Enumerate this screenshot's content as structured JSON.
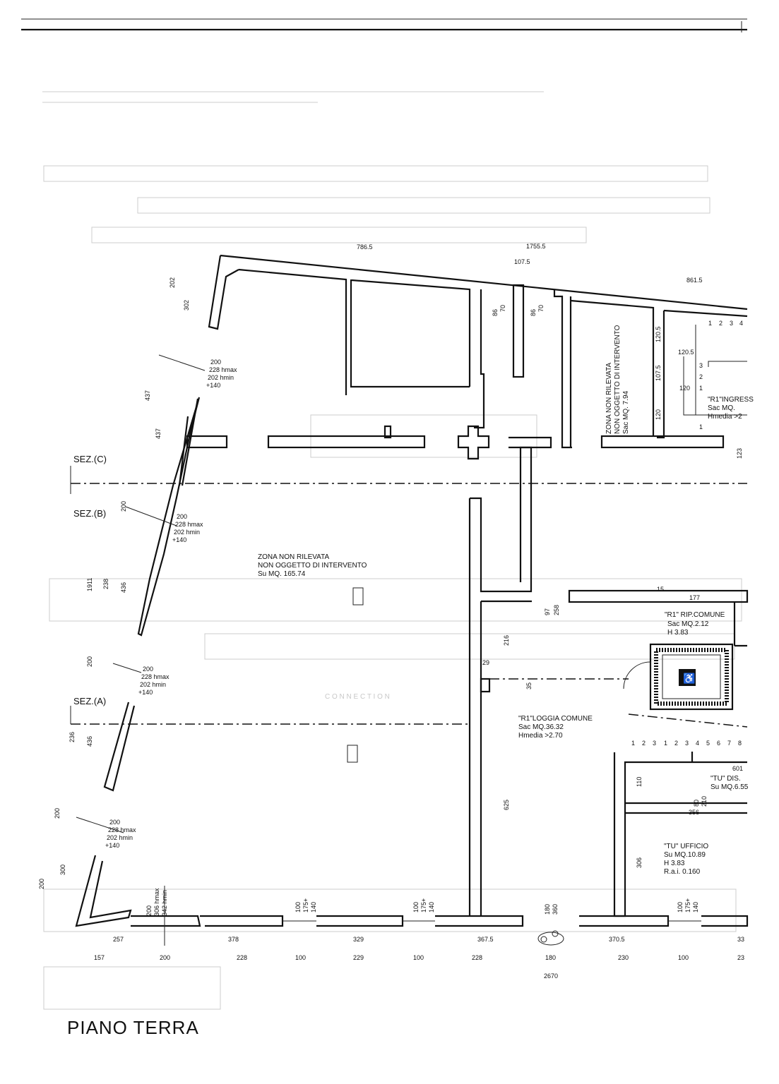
{
  "title": "PIANO TERRA",
  "sections": {
    "c": "SEZ.(C)",
    "b": "SEZ.(B)",
    "a": "SEZ.(A)"
  },
  "zones": {
    "main": {
      "line1": "ZONA NON RILEVATA",
      "line2": "NON OGGETTO DI INTERVENTO",
      "line3": "Su MQ. 165.74"
    },
    "north": {
      "line1": "ZONA NON RILEVATA",
      "line2": "NON OGGETTO DI INTERVENTO",
      "line3": "Sac MQ. 7.94"
    }
  },
  "rooms": {
    "ingresso": {
      "line1": "\"R1\"INGRESS",
      "line2": "Sac MQ.",
      "line3": "Hmedia >2"
    },
    "ripcomune": {
      "line1": "\"R1\" RIP.COMUNE",
      "line2": "Sac MQ.2.12",
      "line3": "H 3.83"
    },
    "loggia": {
      "line1": "\"R1\"LOGGIA COMUNE",
      "line2": "Sac MQ.36.32",
      "line3": "Hmedia >2.70"
    },
    "dis": {
      "line1": "\"TU\" DIS.",
      "line2": "Su MQ.6.55"
    },
    "ufficio": {
      "line1": "\"TU\" UFFICIO",
      "line2": "Su MQ.10.89",
      "line3": "H 3.83",
      "line4": "R.a.i. 0.160"
    }
  },
  "top_dims": {
    "d1": "786.5",
    "d2": "1755.5",
    "d3": "107.5",
    "d4": "861.5"
  },
  "bottom_dims_row1": [
    "257",
    "378",
    "329",
    "367.5",
    "370.5",
    "33"
  ],
  "bottom_dims_row2": [
    "157",
    "200",
    "228",
    "100",
    "229",
    "100",
    "228",
    "180",
    "230",
    "100",
    "23"
  ],
  "bottom_total": "2670",
  "left_dims": [
    "202",
    "302",
    "437",
    "437",
    "200",
    "1911",
    "238",
    "436",
    "200",
    "236",
    "436",
    "200",
    "300",
    "200"
  ],
  "window_note": {
    "a": "200",
    "b": "228 hmax",
    "c": "202 hmin",
    "d": "+140"
  },
  "door_note": {
    "a": "100",
    "b": "175+",
    "c": "140"
  },
  "misc_dims": {
    "w86a": "86",
    "w70a": "70",
    "w86b": "86",
    "w70b": "70",
    "i120_5a": "120.5",
    "i120_5b": "120.5",
    "i107_5": "107.5",
    "i120a": "120",
    "i120b": "120",
    "i3": "3",
    "i2": "2",
    "i1": "1",
    "i123": "123",
    "i1b": "1",
    "r15": "15",
    "r177": "177",
    "r97": "97",
    "r258": "258",
    "r216": "216",
    "r29": "29",
    "r35": "35",
    "r625": "625",
    "r601": "601",
    "r110": "110",
    "r80": "80",
    "r210": "210",
    "r356": "356",
    "r306": "306",
    "b200": "200",
    "b306": "306 hmax",
    "b342": "342 hmin",
    "b180": "180",
    "b360": "360"
  },
  "steps_top": [
    "1",
    "2",
    "3",
    "4"
  ],
  "steps_loggia": [
    "1",
    "2",
    "3",
    "1",
    "2",
    "3",
    "4",
    "5",
    "6",
    "7",
    "8"
  ],
  "accessibility_icon": "wheelchair-icon"
}
